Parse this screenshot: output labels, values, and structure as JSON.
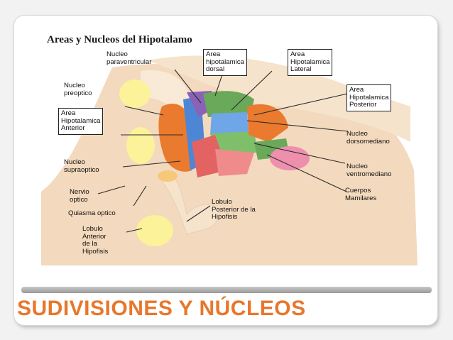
{
  "slide": {
    "title": "SUDIVISIONES Y NÚCLEOS"
  },
  "figure": {
    "title": "Areas y Nucleos del Hipotalamo",
    "labels": {
      "paraventricular": "Nucleo\nparaventricular",
      "dorsal": "Area\nhipotalamica\ndorsal",
      "lateral": "Area\nHipotalamica\nLateral",
      "preoptico": "Nucleo\npreoptico",
      "posterior": "Area\nHipotalamica\nPosterior",
      "anterior": "Area\nHipotalamica\nAnterior",
      "dorsomediano": "Nucleo\ndorsomediano",
      "supraoptico": "Nucleo\nsupraoptico",
      "ventromediano": "Nucleo\nventromediano",
      "nervio": "Nervio\noptico",
      "mamilares": "Cuerpos\nMamilares",
      "quiasma": "Quiasma optico",
      "lobulo_post": "Lobulo\nPosterior de la\nHipofisis",
      "lobulo_ant": "Lobulo\nAnterior\nde la\nHipofisis"
    }
  },
  "colors": {
    "title": "#e8772c",
    "tissue": "#f3d9bd",
    "blue": "#4e86d6",
    "green": "#6aa85a",
    "orange": "#ea7a2e",
    "red": "#e36262",
    "pink": "#ee8fae",
    "purple": "#8a62b8",
    "yellow": "#fbf29a"
  }
}
